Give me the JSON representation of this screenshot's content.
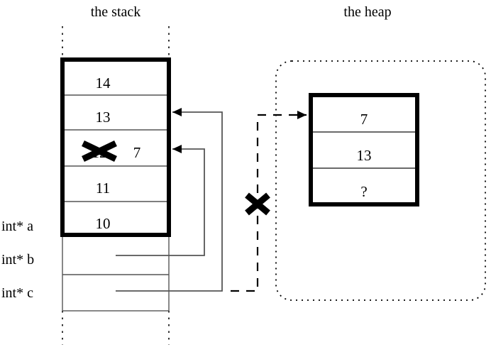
{
  "diagram": {
    "title_stack": "the stack",
    "title_heap": "the heap",
    "stack": {
      "label": "stack-region",
      "upper_cells": [
        {
          "value": "14"
        },
        {
          "value": "13"
        },
        {
          "value": "7",
          "struck_value": "12",
          "struck": true
        },
        {
          "value": "11"
        },
        {
          "value": "10"
        }
      ],
      "variables": [
        {
          "name": "int* a"
        },
        {
          "name": "int* b"
        },
        {
          "name": "int* c"
        }
      ]
    },
    "heap": {
      "label": "heap-region",
      "cells": [
        {
          "value": "7"
        },
        {
          "value": "13"
        },
        {
          "value": "?"
        }
      ]
    },
    "annotations": {
      "cross_stack_cell": "X",
      "cross_dangling_pointer": "X"
    },
    "colors": {
      "ink": "#000000",
      "thin_line": "#444444",
      "background": "#ffffff"
    }
  }
}
